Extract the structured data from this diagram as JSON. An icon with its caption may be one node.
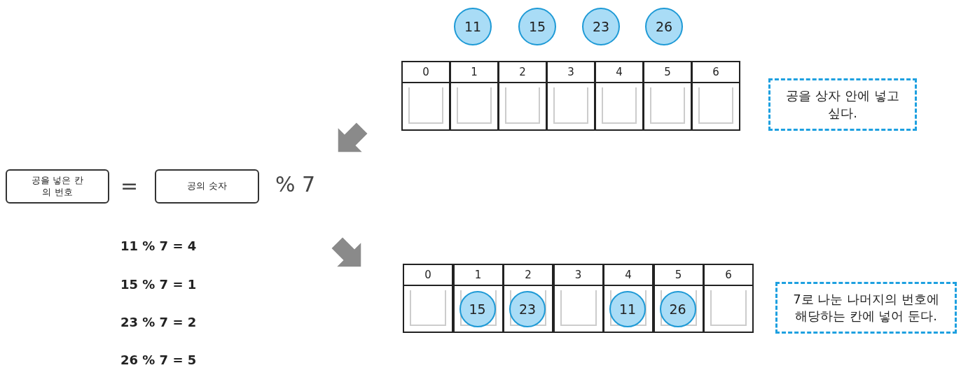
{
  "diagram": {
    "nodes": [
      {
        "text": [
          "11"
        ]
      },
      {
        "text": [
          "15"
        ]
      },
      {
        "text": [
          "23"
        ]
      },
      {
        "text": [
          "26"
        ]
      },
      {
        "text": [
          "0"
        ]
      },
      {
        "text": [
          "1"
        ]
      },
      {
        "text": [
          "2"
        ]
      },
      {
        "text": [
          "3"
        ]
      },
      {
        "text": [
          "4"
        ]
      },
      {
        "text": [
          "5"
        ]
      },
      {
        "text": [
          "6"
        ]
      },
      {
        "text": [
          "공을 상자 안에 넣고 싶다."
        ]
      },
      {
        "text": [
          "공을 넣은 칸의 번호"
        ]
      },
      {
        "text": [
          "공의 숫자"
        ]
      },
      {
        "text": [
          "0"
        ]
      },
      {
        "text": [
          "1"
        ]
      },
      {
        "text": [
          "2"
        ]
      },
      {
        "text": [
          "3"
        ]
      },
      {
        "text": [
          "4"
        ]
      },
      {
        "text": [
          "5"
        ]
      },
      {
        "text": [
          "6"
        ]
      },
      {
        "text": [
          "15"
        ],
        "in": 15
      },
      {
        "text": [
          "23"
        ],
        "in": 16
      },
      {
        "text": [
          "11"
        ],
        "in": 18
      },
      {
        "text": [
          "26"
        ],
        "in": 19
      },
      {
        "text": [
          "7로 나눈 나머지의 번호에 해당하는 칸에 넣어 둔다."
        ]
      }
    ],
    "labels": [
      "=",
      "% 7",
      "11 % 7 = 4",
      "15 % 7 = 1",
      "23 % 7 = 2",
      "26 % 7 = 5"
    ]
  }
}
